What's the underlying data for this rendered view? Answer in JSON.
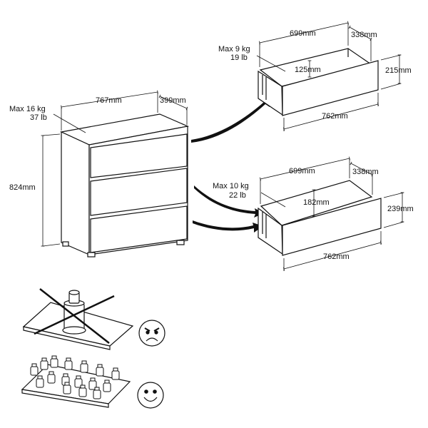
{
  "chest": {
    "max_kg": "Max 16 kg",
    "max_lb": "37 lb",
    "width": "767mm",
    "depth": "399mm",
    "height": "824mm"
  },
  "drawer_top": {
    "max_kg": "Max 9 kg",
    "max_lb": "19 lb",
    "inner_width": "699mm",
    "inner_depth": "338mm",
    "inner_height": "125mm",
    "front_height": "215mm",
    "front_width": "762mm"
  },
  "drawer_bottom": {
    "max_kg": "Max 10 kg",
    "max_lb": "22 lb",
    "inner_width": "699mm",
    "inner_depth": "338mm",
    "inner_height": "182mm",
    "front_height": "239mm",
    "front_width": "762mm"
  },
  "load_guidance": {
    "wrong": "concentrated-load-crossed-out",
    "right": "distributed-load-ok",
    "icons": [
      "angry-face-icon",
      "happy-face-icon"
    ]
  }
}
